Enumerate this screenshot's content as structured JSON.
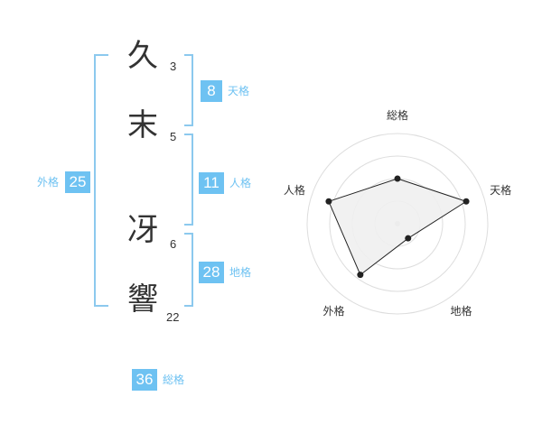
{
  "name": {
    "chars": [
      {
        "char": "久",
        "strokes": "3"
      },
      {
        "char": "末",
        "strokes": "5"
      },
      {
        "char": "冴",
        "strokes": "6"
      },
      {
        "char": "響",
        "strokes": "22"
      }
    ]
  },
  "fortunes": {
    "tenkaku": {
      "value": "8",
      "label": "天格"
    },
    "jinkaku": {
      "value": "11",
      "label": "人格"
    },
    "chikaku": {
      "value": "28",
      "label": "地格"
    },
    "gaikaku": {
      "value": "25",
      "label": "外格"
    },
    "soukaku": {
      "value": "36",
      "label": "総格"
    }
  },
  "colors": {
    "accent": "#6ec2f2",
    "bracket": "#8cc9ee",
    "text": "#333333"
  },
  "chart_data": {
    "type": "radar",
    "axes": [
      "総格",
      "天格",
      "地格",
      "外格",
      "人格"
    ],
    "values": [
      0.5,
      0.8,
      0.2,
      0.7,
      0.8
    ],
    "range": [
      0,
      1
    ],
    "grid_rings": 4,
    "center_marker": true
  }
}
